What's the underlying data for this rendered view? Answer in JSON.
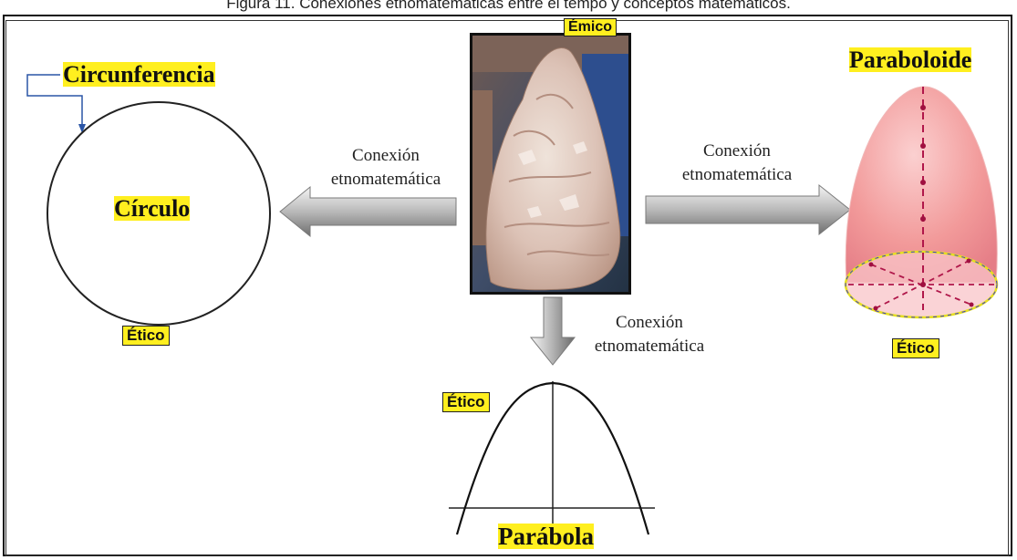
{
  "caption": "Figura 11. Conexiones etnomatemáticas entre el tempo y conceptos matemáticos.",
  "labels": {
    "emico": "Émico",
    "etico_left": "Ético",
    "etico_right": "Ético",
    "etico_bottom": "Ético"
  },
  "titles": {
    "circunferencia": "Circunferencia",
    "circulo": "Círculo",
    "paraboloide": "Paraboloide",
    "parabola": "Parábola"
  },
  "connections": {
    "left": [
      "Conexión",
      "etnomatemática"
    ],
    "right": [
      "Conexión",
      "etnomatemática"
    ],
    "bottom": [
      "Conexión",
      "etnomatemática"
    ]
  },
  "colors": {
    "highlight": "#ffef1f",
    "paraboloid_fill": "#f4a6a6",
    "paraboloid_axis": "#b0174a",
    "ellipse_outline": "#e6e020",
    "arrow_gray": "#9a9a9a",
    "circle_stroke": "#222222",
    "pointer_blue": "#2a55a6"
  },
  "icons": {
    "arrows": "arrow-3d-gray",
    "photo": "tempo-food-photo"
  }
}
